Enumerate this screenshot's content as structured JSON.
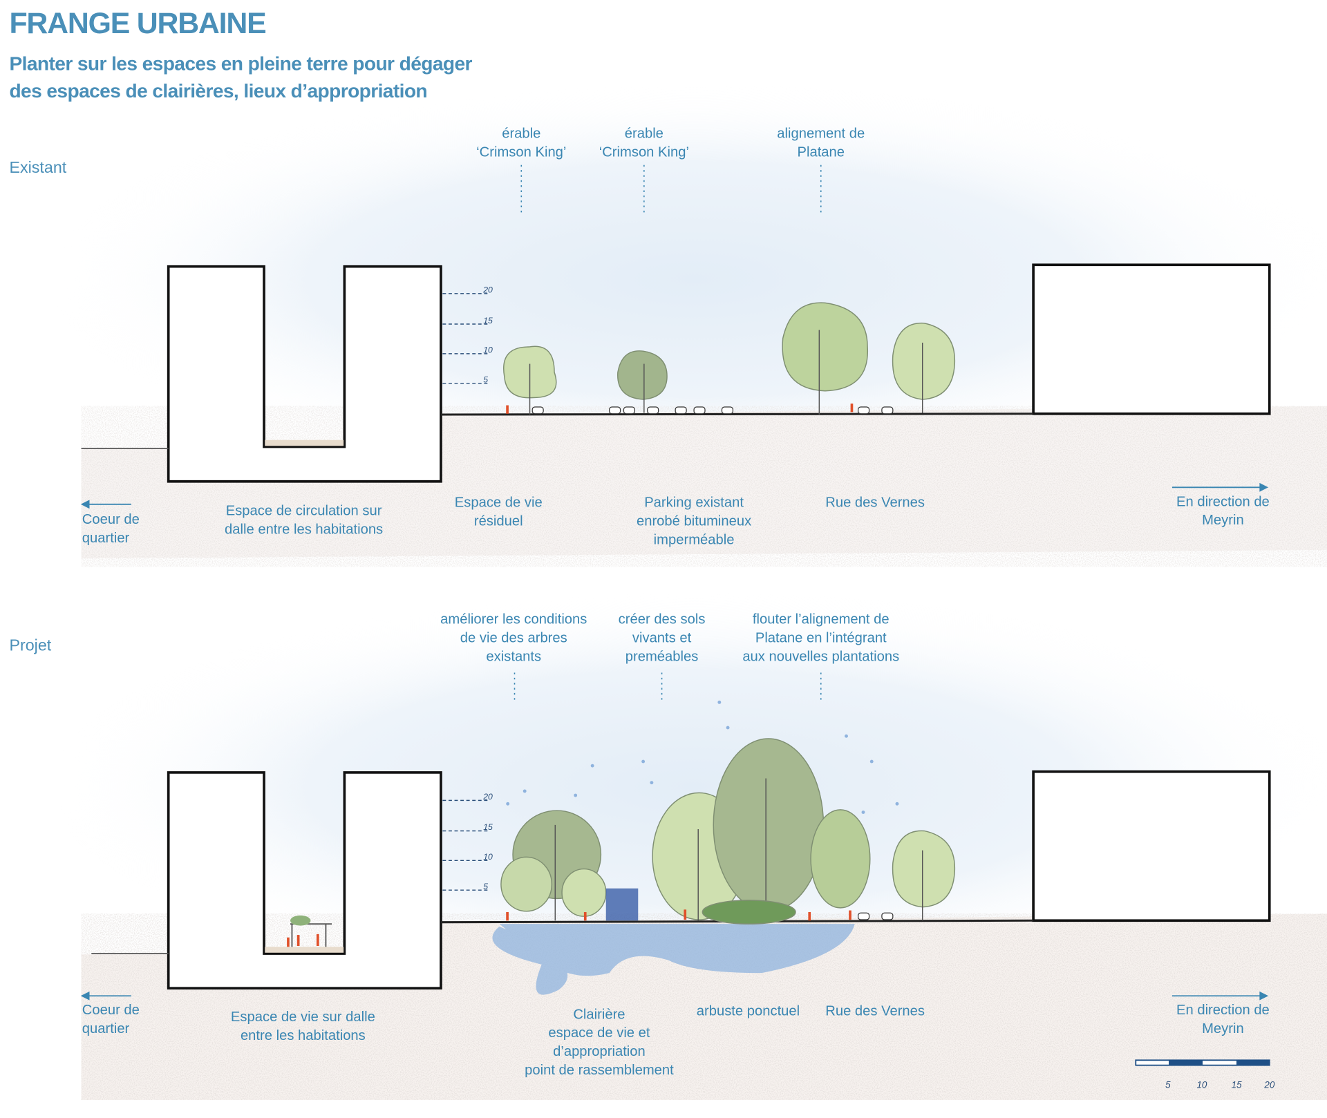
{
  "header": {
    "title": "FRANGE URBAINE",
    "subtitle_lines": [
      "Planter sur les espaces en pleine terre pour dégager",
      "des espaces de clairières, lieux d’appropriation"
    ]
  },
  "existant": {
    "section_label": "Existant",
    "top_labels": [
      {
        "lines": [
          "érable",
          "‘Crimson King’"
        ]
      },
      {
        "lines": [
          "érable",
          "‘Crimson King’"
        ]
      },
      {
        "lines": [
          "alignement de",
          "Platane"
        ]
      }
    ],
    "bottom_labels": [
      {
        "lines": [
          "Coeur de",
          "quartier"
        ]
      },
      {
        "lines": [
          "Espace de circulation sur",
          "dalle entre les habitations"
        ]
      },
      {
        "lines": [
          "Espace de vie",
          "résiduel"
        ]
      },
      {
        "lines": [
          "Parking existant",
          "enrobé bitumineux",
          "imperméable"
        ]
      },
      {
        "lines": [
          "Rue des Vernes"
        ]
      },
      {
        "lines": [
          "En direction de",
          "Meyrin"
        ]
      }
    ]
  },
  "projet": {
    "section_label": "Projet",
    "top_labels": [
      {
        "lines": [
          "améliorer les conditions",
          "de vie des arbres",
          "existants"
        ]
      },
      {
        "lines": [
          "créer des sols",
          "vivants et",
          "preméables"
        ]
      },
      {
        "lines": [
          "flouter l’alignement de",
          "Platane en l’intégrant",
          "aux nouvelles plantations"
        ]
      }
    ],
    "bottom_labels": [
      {
        "lines": [
          "Coeur de",
          "quartier"
        ]
      },
      {
        "lines": [
          "Espace de vie sur dalle",
          "entre les habitations"
        ]
      },
      {
        "lines": [
          "Clairière",
          "espace de vie et",
          "d’appropriation",
          "point de rassemblement"
        ]
      },
      {
        "lines": [
          "arbuste ponctuel"
        ]
      },
      {
        "lines": [
          "Rue des Vernes"
        ]
      },
      {
        "lines": [
          "En direction de",
          "Meyrin"
        ]
      }
    ]
  },
  "height_ticks": [
    "20",
    "15",
    "10",
    "5"
  ],
  "scale_bar": {
    "labels": [
      "5",
      "10",
      "15",
      "20"
    ]
  },
  "colors": {
    "text": "#3a86b2",
    "title": "#4a8fb8",
    "tree": "#b7cd98",
    "tree_dark": "#8fa57e",
    "water": "#8fb3de",
    "people": "#e0502a",
    "scalebar": "#1e4f86"
  }
}
